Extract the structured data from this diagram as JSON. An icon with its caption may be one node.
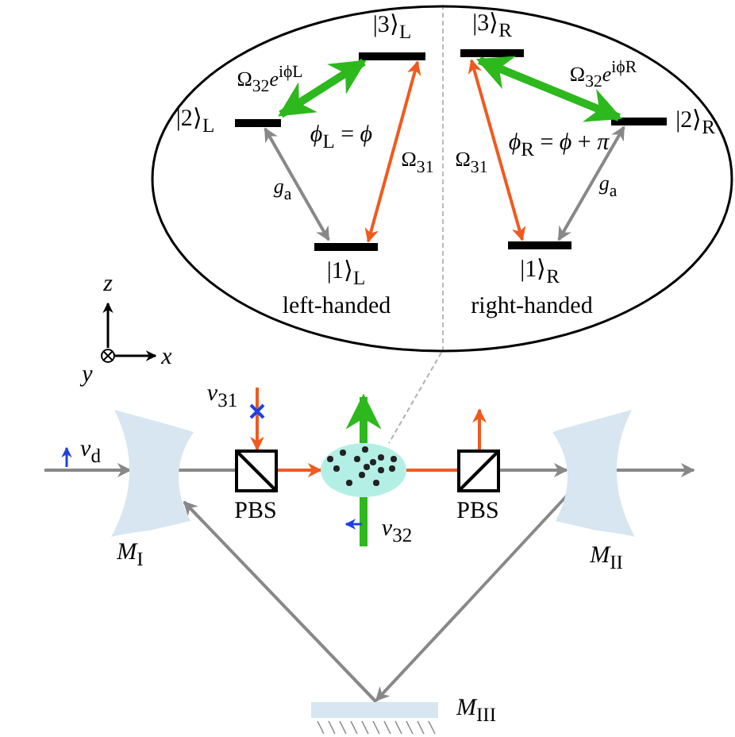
{
  "diagram": {
    "nodes": [
      {
        "text": [],
        "shape": "ellipse"
      },
      {
        "text": [
          "|3⟩$_{L}$"
        ],
        "in": 0
      },
      {
        "text": [
          "|2⟩$_{L}$"
        ],
        "in": 0
      },
      {
        "text": [
          "|1⟩$_{L}$"
        ],
        "in": 0
      },
      {
        "text": [
          "|3⟩$_{R}$"
        ],
        "in": 0
      },
      {
        "text": [
          "|2⟩$_{R}$"
        ],
        "in": 0
      },
      {
        "text": [
          "|1⟩$_{R}$"
        ],
        "in": 0
      },
      {
        "text": [
          "*M*$_{I}$"
        ]
      },
      {
        "text": [
          "PBS"
        ]
      },
      {
        "text": [],
        "shape": "ellipse"
      },
      {
        "text": [
          "PBS"
        ]
      },
      {
        "text": [
          "*M*$_{II}$"
        ]
      },
      {
        "text": [
          "*M*$_{III}$"
        ]
      }
    ],
    "edges": [
      {
        "from": 2,
        "to": 1,
        "arrow": "both",
        "label": "Ω$_{32}$*e*$^{iϕL}$",
        "style": "thick",
        "color": "#2db81e"
      },
      {
        "from": 3,
        "to": 1,
        "arrow": "both",
        "label": "Ω$_{31}$",
        "color": "#f05a1e"
      },
      {
        "from": 2,
        "to": 3,
        "arrow": "both",
        "label": "*g*$_{a}$"
      },
      {
        "from": 4,
        "to": 5,
        "arrow": "both",
        "label": "Ω$_{32}$*e*$^{iϕR}$",
        "style": "thick",
        "color": "#2db81e"
      },
      {
        "from": 4,
        "to": 6,
        "arrow": "both",
        "label": "Ω$_{31}$",
        "color": "#f05a1e"
      },
      {
        "from": 5,
        "to": 6,
        "arrow": "both",
        "label": "*g*$_{a}$"
      },
      {
        "from": 0,
        "to": 9,
        "arrow": "none",
        "style": "dashed",
        "color": "#b0b0b0"
      },
      {
        "from": null,
        "to": 7,
        "arrow": "to"
      },
      {
        "from": 7,
        "to": 8,
        "arrow": "none"
      },
      {
        "from": null,
        "to": 8,
        "arrow": "to",
        "color": "#f05a1e"
      },
      {
        "from": 8,
        "to": 9,
        "arrow": "to",
        "color": "#f05a1e"
      },
      {
        "from": 9,
        "to": 10,
        "arrow": "none",
        "color": "#f05a1e"
      },
      {
        "from": 10,
        "to": null,
        "arrow": "to",
        "color": "#f05a1e"
      },
      {
        "from": null,
        "to": 9,
        "arrow": "none",
        "style": "thick",
        "color": "#2db81e"
      },
      {
        "from": 9,
        "to": null,
        "arrow": "to",
        "style": "thick",
        "color": "#2db81e"
      },
      {
        "from": 10,
        "to": 11,
        "arrow": "to"
      },
      {
        "from": 11,
        "to": null,
        "arrow": "to"
      },
      {
        "from": 11,
        "to": 12,
        "arrow": "to"
      },
      {
        "from": 12,
        "to": 7,
        "arrow": "to"
      }
    ],
    "labels": [
      "*ϕ*$_{L}$ = *ϕ*",
      "*ϕ*$_{R}$ = *ϕ* + *π*",
      "left-handed",
      "right-handed",
      "*z*",
      "*x*",
      "*y*",
      "*ν*$_{d}$",
      "*ν*$_{31}$",
      "*ν*$_{32}$"
    ]
  }
}
